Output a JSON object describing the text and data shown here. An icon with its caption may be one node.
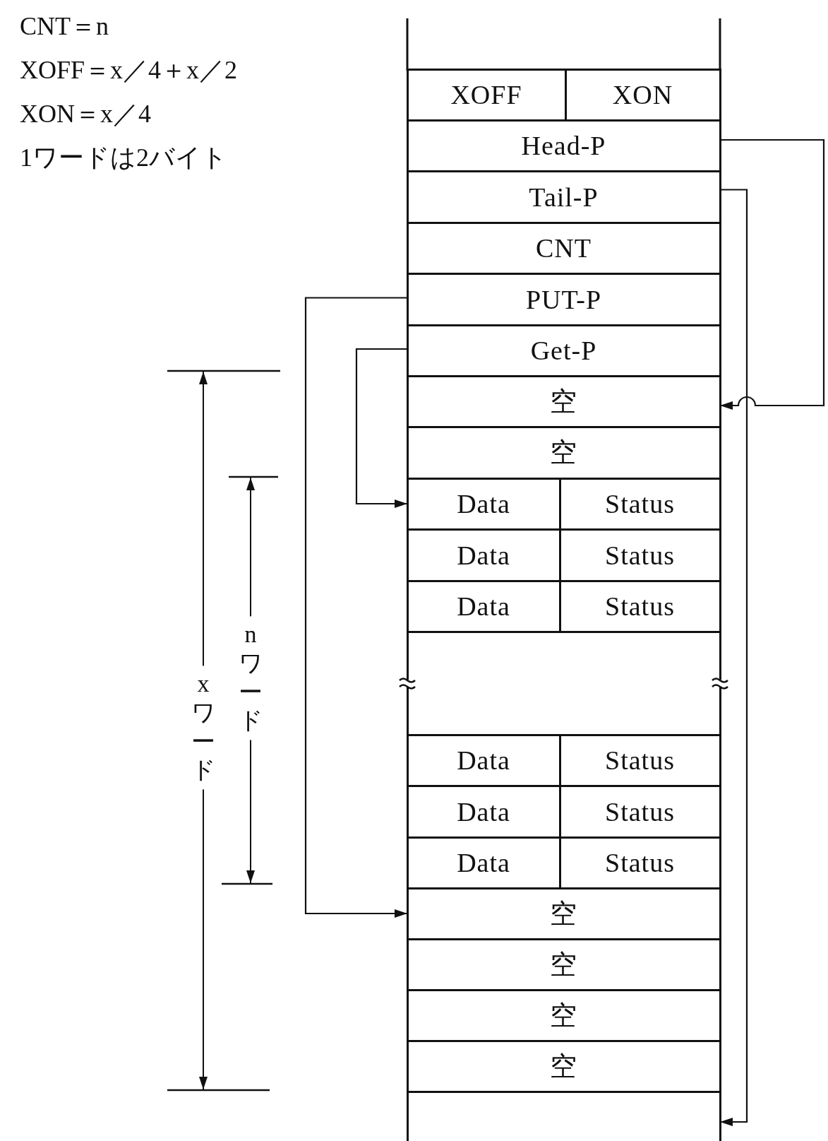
{
  "diagram": {
    "nodes": [
      {
        "text": [
          "XOFF"
        ]
      },
      {
        "text": [
          "XON"
        ]
      },
      {
        "text": [
          "Head-P"
        ]
      },
      {
        "text": [
          "Tail-P"
        ]
      },
      {
        "text": [
          "CNT"
        ]
      },
      {
        "text": [
          "PUT-P"
        ]
      },
      {
        "text": [
          "Get-P"
        ]
      },
      {
        "text": [
          "空"
        ]
      },
      {
        "text": [
          "空"
        ]
      },
      {
        "text": [
          "Data"
        ]
      },
      {
        "text": [
          "Status"
        ]
      },
      {
        "text": [
          "Data"
        ]
      },
      {
        "text": [
          "Status"
        ]
      },
      {
        "text": [
          "Data"
        ]
      },
      {
        "text": [
          "Status"
        ]
      },
      {
        "text": [],
        "shape": "box"
      },
      {
        "text": [
          "Data"
        ]
      },
      {
        "text": [
          "Status"
        ]
      },
      {
        "text": [
          "Data"
        ]
      },
      {
        "text": [
          "Status"
        ]
      },
      {
        "text": [
          "Data"
        ]
      },
      {
        "text": [
          "Status"
        ]
      },
      {
        "text": [
          "空"
        ]
      },
      {
        "text": [
          "空"
        ]
      },
      {
        "text": [
          "空"
        ]
      },
      {
        "text": [
          "空"
        ]
      },
      {
        "text": [],
        "shape": "box"
      }
    ],
    "edges": [
      {
        "from": 2,
        "to": 7,
        "arrow": "to"
      },
      {
        "from": 3,
        "to": 26,
        "arrow": "to"
      },
      {
        "from": 5,
        "to": 22,
        "arrow": "to"
      },
      {
        "from": 6,
        "to": 9,
        "arrow": "to"
      }
    ],
    "labels": [
      "CNT＝n",
      "XOFF＝x／4＋x／2",
      "XON＝x／4",
      "1ワードは2バイト",
      "xワード",
      "nワード"
    ]
  }
}
